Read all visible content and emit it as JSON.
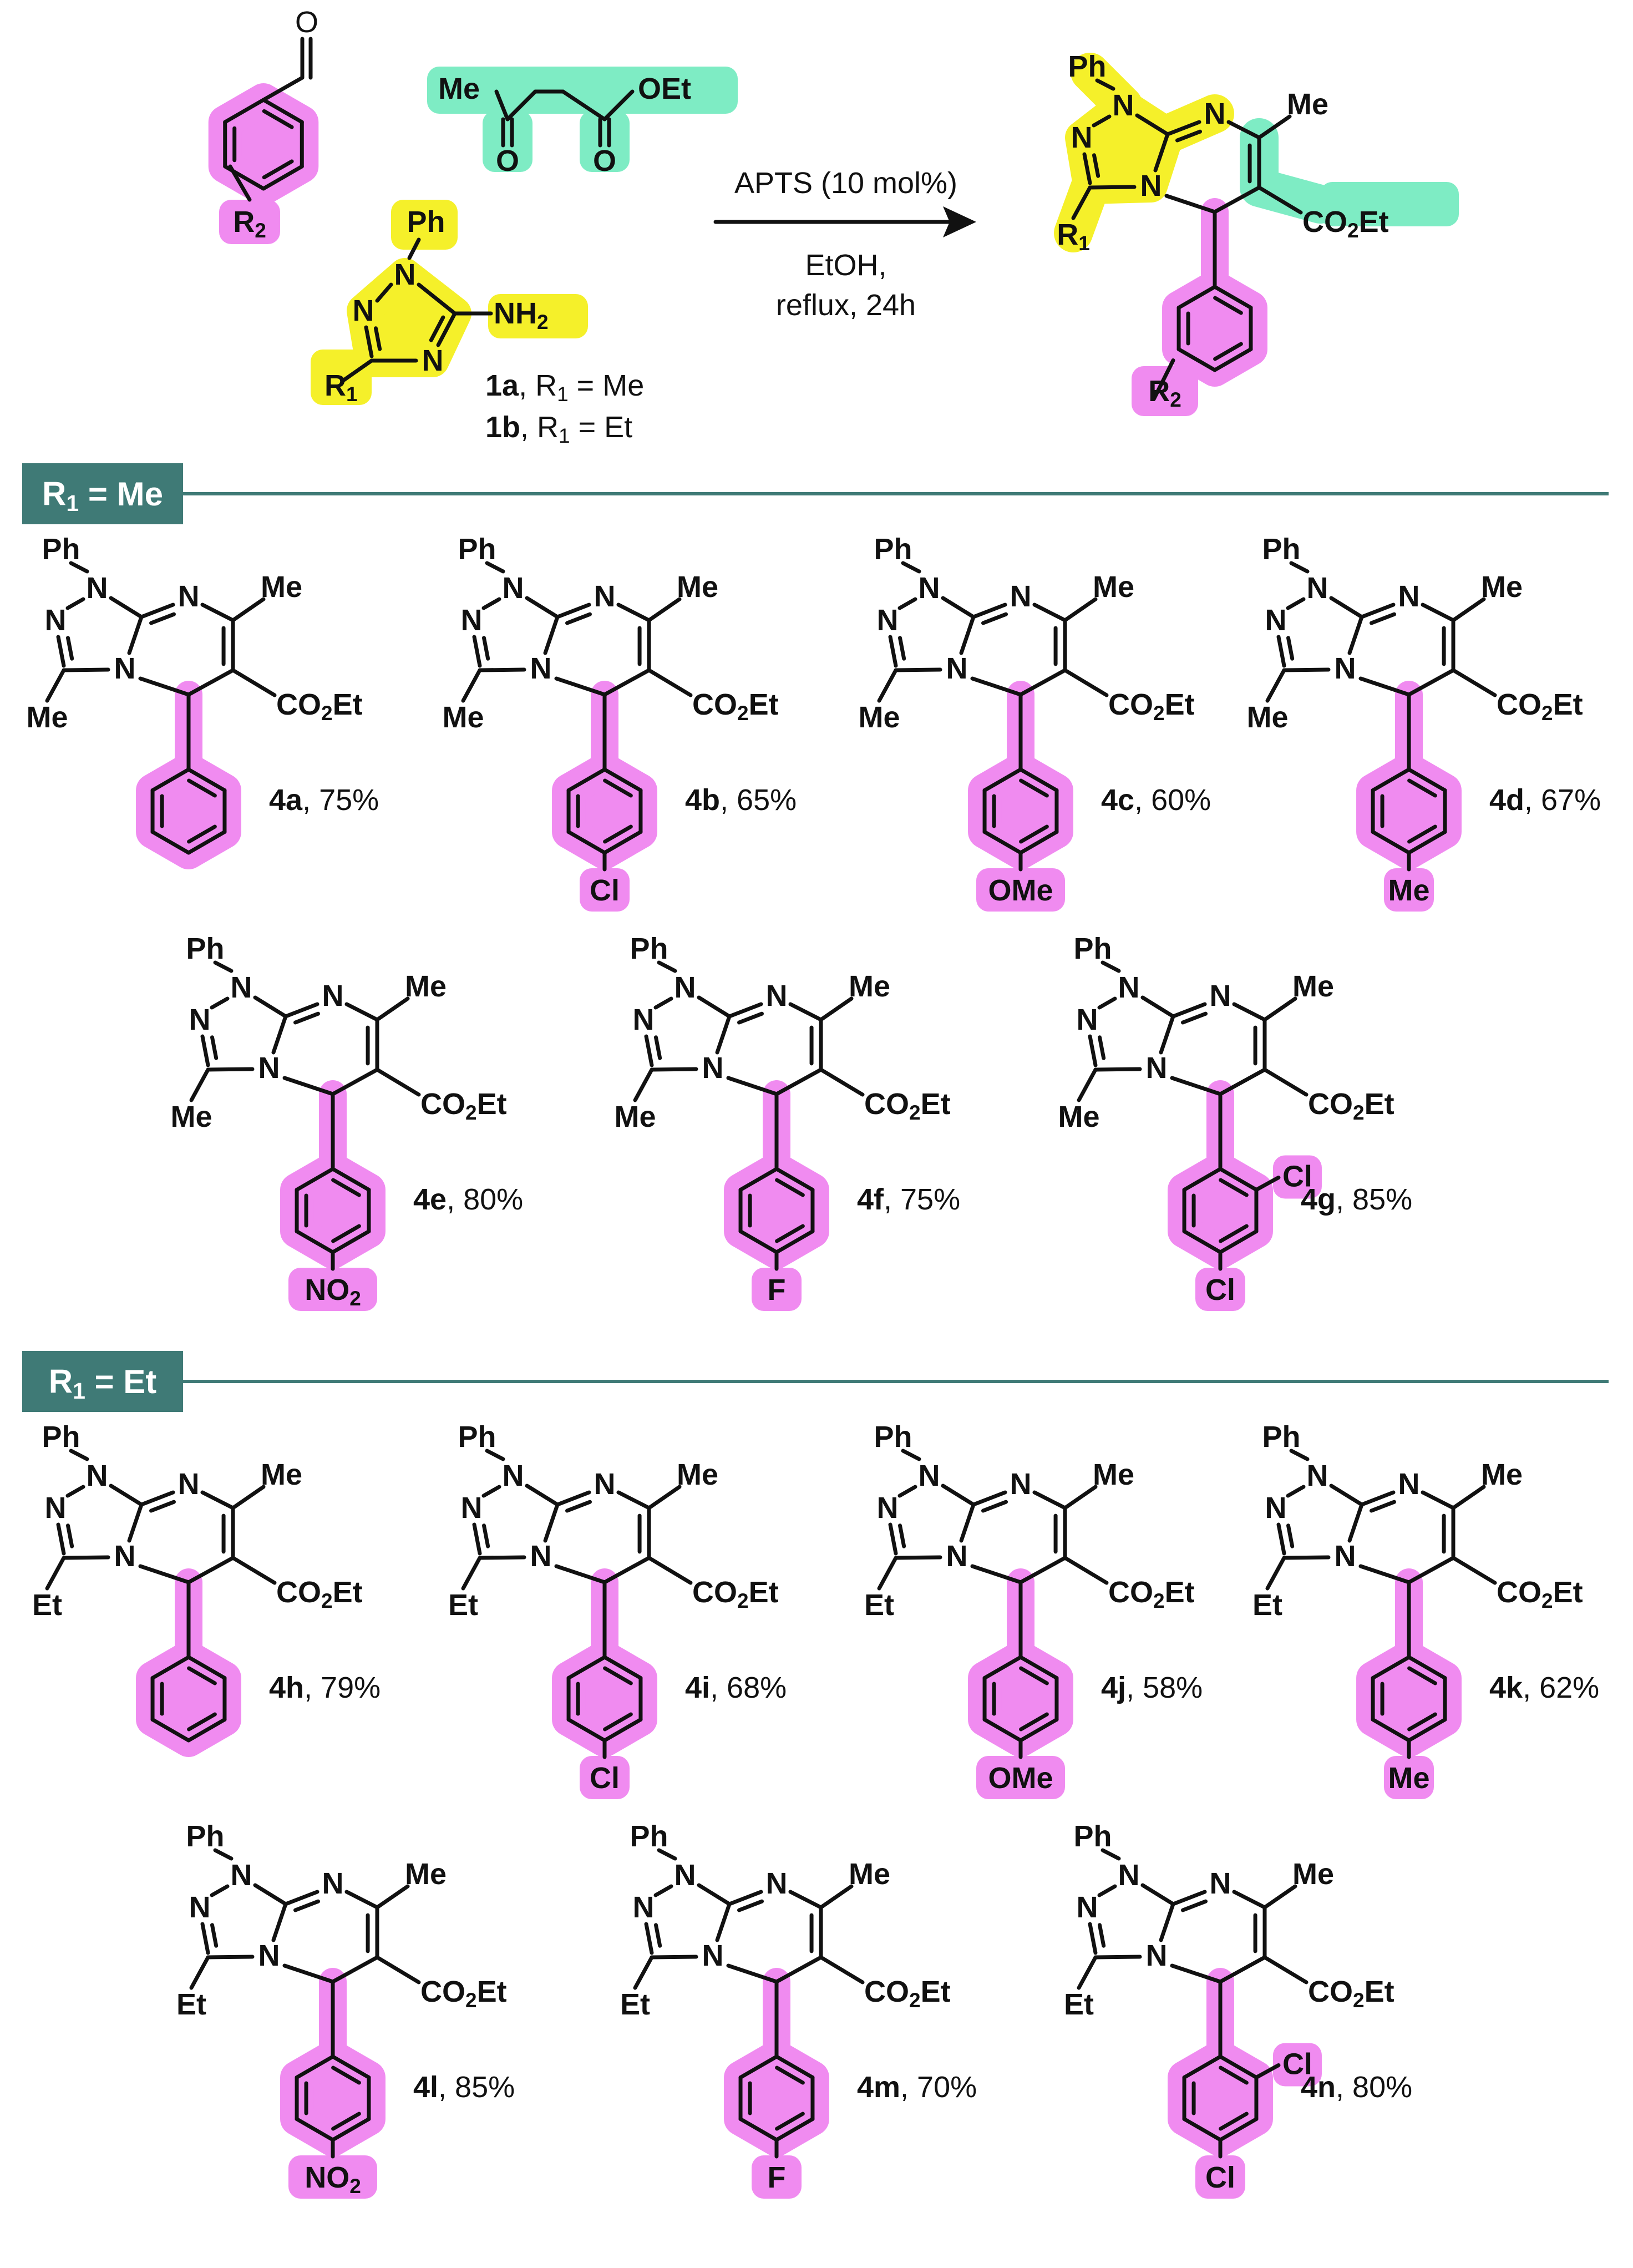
{
  "reaction": {
    "reagent_line": "APTS (10 mol%)",
    "solvent_line": "EtOH,",
    "conditions_line": "reflux, 24h"
  },
  "labels": {
    "ph": "Ph",
    "me": "Me",
    "et": "Et",
    "oet": "OEt",
    "co2et": "CO2Et",
    "n": "N",
    "o": "O",
    "nh2": "NH2",
    "r1": "R1",
    "r2": "R2",
    "cl": "Cl",
    "ome": "OMe",
    "no2": "NO2",
    "f": "F"
  },
  "starting_material_labels": [
    {
      "id": "1a",
      "text": ", R1 = Me"
    },
    {
      "id": "1b",
      "text": ", R1 = Et"
    }
  ],
  "sections": [
    {
      "header": "R1 = Me",
      "compounds": [
        {
          "id": "4a",
          "yield": ", 75%",
          "r1": "Me",
          "substituent": ""
        },
        {
          "id": "4b",
          "yield": ", 65%",
          "r1": "Me",
          "substituent": "Cl"
        },
        {
          "id": "4c",
          "yield": ", 60%",
          "r1": "Me",
          "substituent": "OMe"
        },
        {
          "id": "4d",
          "yield": ", 67%",
          "r1": "Me",
          "substituent": "Me"
        },
        {
          "id": "4e",
          "yield": ", 80%",
          "r1": "Me",
          "substituent": "NO2"
        },
        {
          "id": "4f",
          "yield": ", 75%",
          "r1": "Me",
          "substituent": "F"
        },
        {
          "id": "4g",
          "yield": ", 85%",
          "r1": "Me",
          "substituent": "2,4-Cl"
        }
      ]
    },
    {
      "header": "R1 = Et",
      "compounds": [
        {
          "id": "4h",
          "yield": ", 79%",
          "r1": "Et",
          "substituent": ""
        },
        {
          "id": "4i",
          "yield": ", 68%",
          "r1": "Et",
          "substituent": "Cl"
        },
        {
          "id": "4j",
          "yield": ", 58%",
          "r1": "Et",
          "substituent": "OMe"
        },
        {
          "id": "4k",
          "yield": ", 62%",
          "r1": "Et",
          "substituent": "Me"
        },
        {
          "id": "4l",
          "yield": ", 85%",
          "r1": "Et",
          "substituent": "NO2"
        },
        {
          "id": "4m",
          "yield": ", 70%",
          "r1": "Et",
          "substituent": "F"
        },
        {
          "id": "4n",
          "yield": ", 80%",
          "r1": "Et",
          "substituent": "2,4-Cl"
        }
      ]
    }
  ],
  "colors": {
    "aryl_highlight": "#f08bf0",
    "triazole_highlight": "#f5f02a",
    "ketoester_highlight": "#7eecc4",
    "header_fill": "#3f7a76",
    "rule": "#3f7a76",
    "bond": "#111111"
  }
}
